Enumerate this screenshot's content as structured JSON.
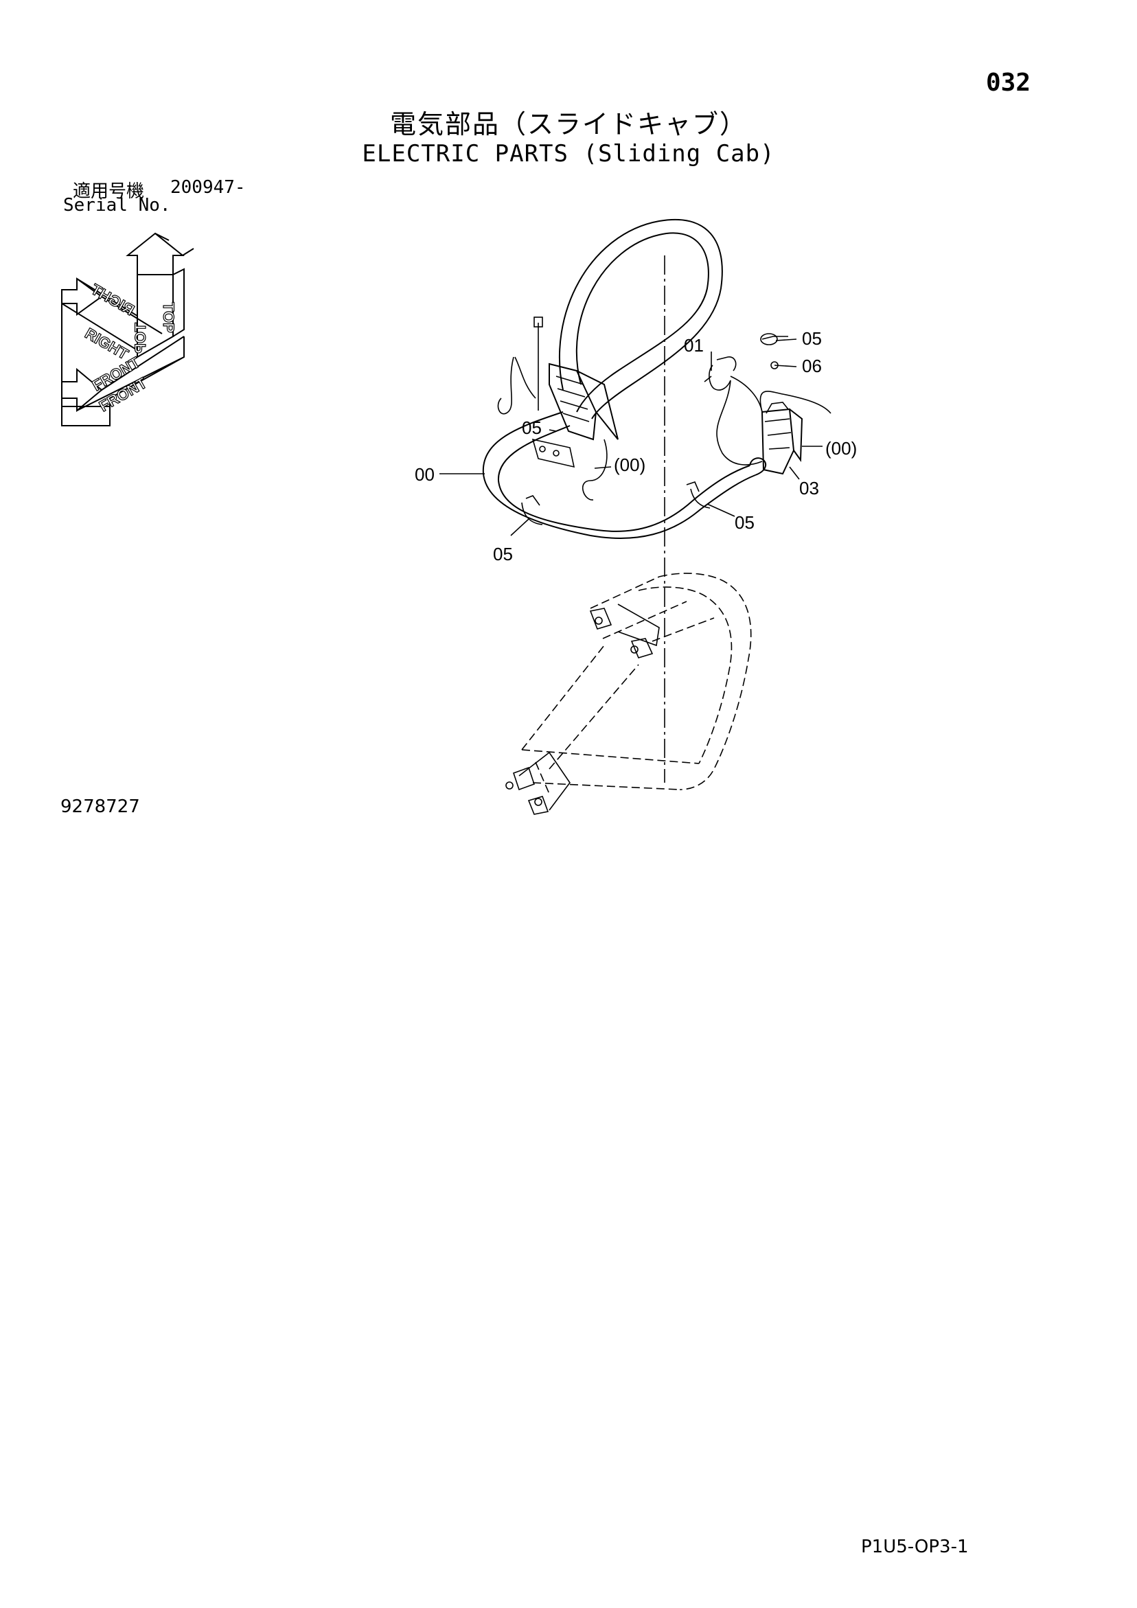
{
  "page_number": "032",
  "title_jp": "電気部品（スライドキャブ）",
  "title_en": "ELECTRIC PARTS (Sliding Cab)",
  "serial_label_jp": "適用号機",
  "serial_label_en": "Serial No.",
  "serial_value": "200947-",
  "drawing_number": "9278727",
  "sheet_code": "P1U5-OP3-1",
  "orientation": {
    "top": "TOP",
    "right": "RIGHT",
    "front": "FRONT"
  },
  "callouts": {
    "c01": "01",
    "c05_top": "05",
    "c06": "06",
    "c05_mid": "05",
    "c00_paren_left": "(00)",
    "c00_paren_right": "(00)",
    "c00": "00",
    "c03": "03",
    "c05_right": "05",
    "c05_bottom": "05"
  }
}
